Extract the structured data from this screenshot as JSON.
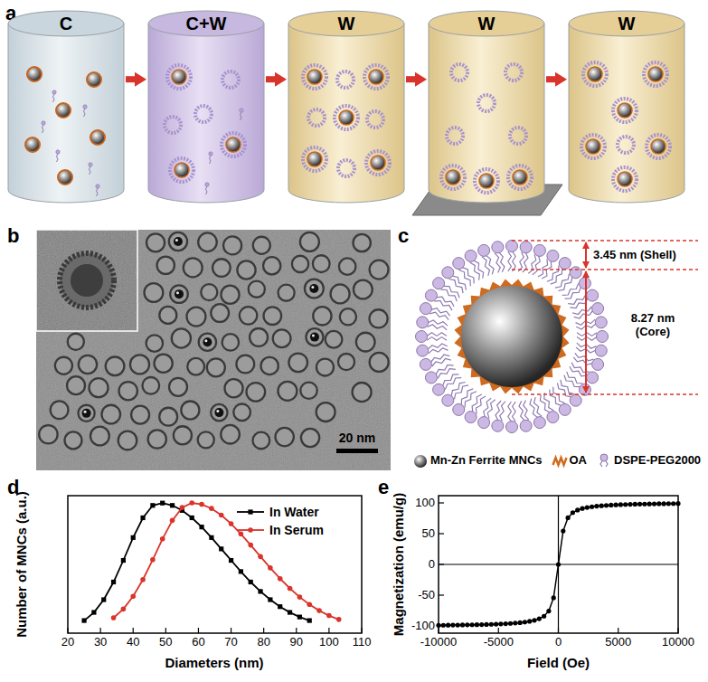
{
  "diagram": {
    "nodes": [
      {
        "text": [
          "C"
        ]
      },
      {
        "text": [
          "C+W"
        ]
      },
      {
        "text": [
          "W"
        ]
      },
      {
        "text": [
          "W"
        ]
      },
      {
        "text": [
          "W"
        ]
      }
    ],
    "edges": [
      {
        "from": 0,
        "to": 1,
        "arrow": "to"
      },
      {
        "from": 1,
        "to": 2,
        "arrow": "to"
      },
      {
        "from": 2,
        "to": 3,
        "arrow": "to"
      },
      {
        "from": 3,
        "to": 4,
        "arrow": "to"
      }
    ],
    "labels": [
      "a",
      "b",
      "20 nm",
      "c",
      "3.45 nm (Shell)",
      "8.27 nm (Core)",
      "d",
      "Number of MNCs (a.u.)",
      "20",
      "30",
      "40",
      "50",
      "60",
      "70",
      "80",
      "90",
      "100",
      "110",
      "Diameters (nm)",
      "e",
      "100",
      "50",
      "0",
      "-50",
      "-100",
      "Magnetization (emu/g)",
      "-10000",
      "-5000",
      "0",
      "5000",
      "10000",
      "Field (Oe)"
    ],
    "legend": [
      {
        "text": "Mn-Zn Ferrite MNCs"
      },
      {
        "text": "OA"
      },
      {
        "text": "DSPE-PEG2000"
      },
      {
        "text": "In Water"
      },
      {
        "text": "In Serum"
      }
    ]
  }
}
